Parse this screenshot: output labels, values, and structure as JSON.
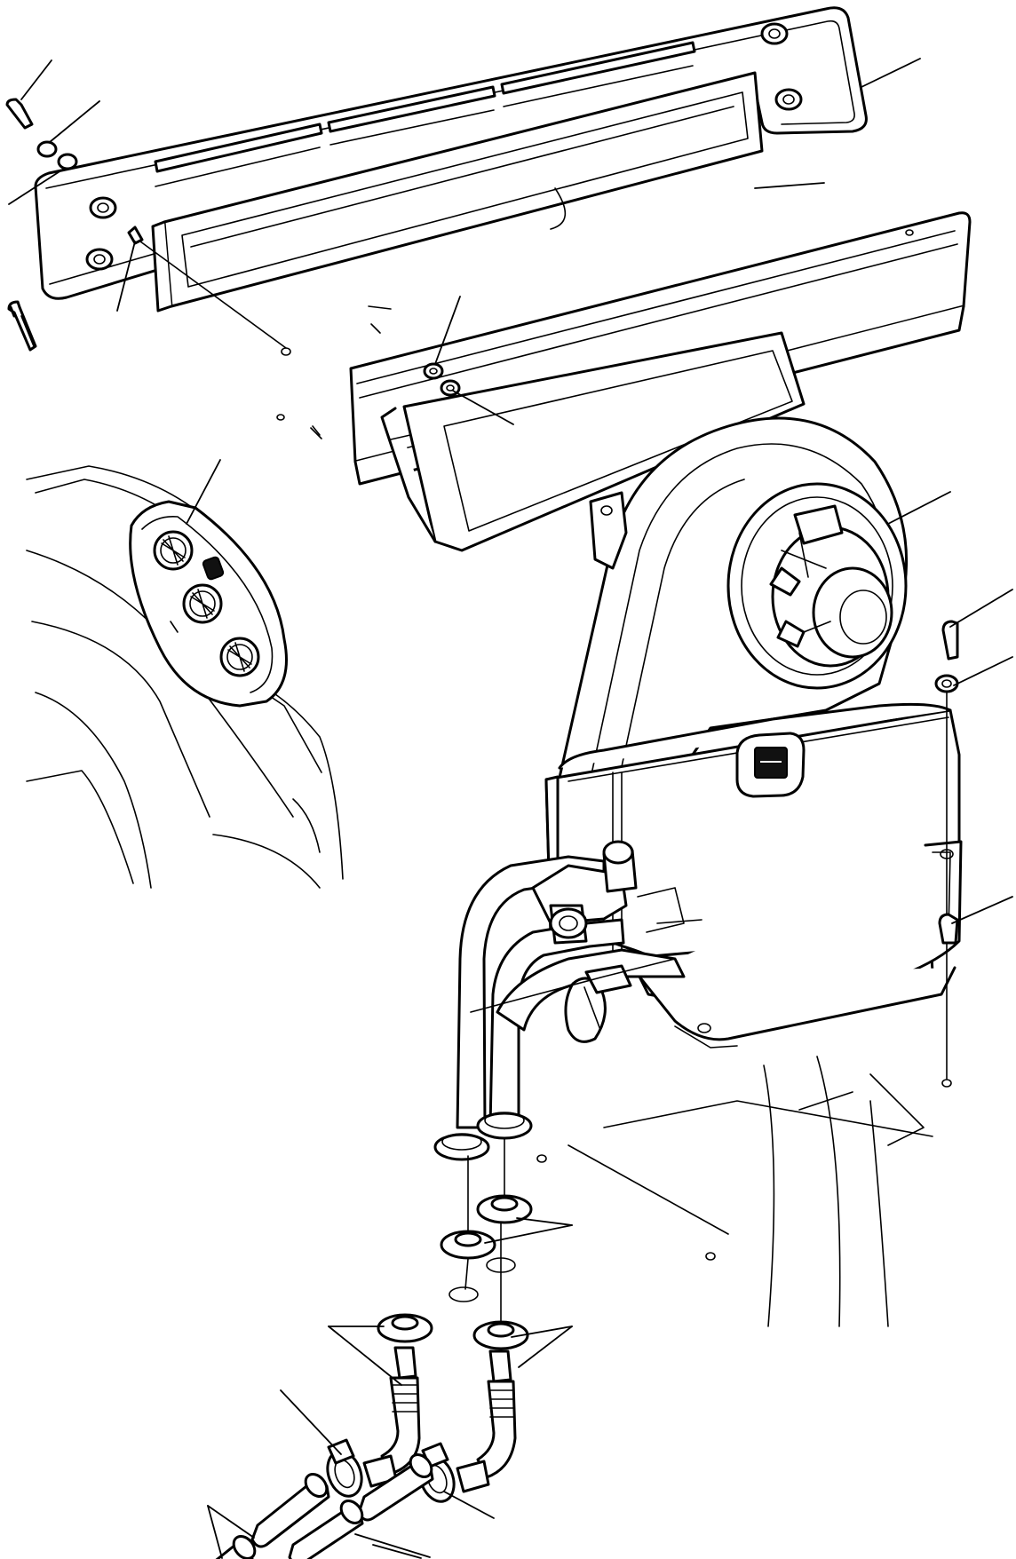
{
  "figure": {
    "kind": "exploded parts diagram",
    "callout_labels": [],
    "colors": {
      "ink": "#000000",
      "paper": "#ffffff"
    }
  },
  "components": [
    {
      "id": "outlet-grille-panel",
      "icon": "vent-grille"
    },
    {
      "id": "air-filter",
      "icon": "filter-element"
    },
    {
      "id": "air-duct",
      "icon": "duct"
    },
    {
      "id": "blower-housing",
      "icon": "blower-fan"
    },
    {
      "id": "heater-unit",
      "icon": "heater-box"
    },
    {
      "id": "control-panel-inset",
      "icon": "control-knobs"
    },
    {
      "id": "coolant-hoses",
      "icon": "hose"
    },
    {
      "id": "grommets",
      "icon": "grommet"
    },
    {
      "id": "elbow-fittings",
      "icon": "elbow-fitting"
    },
    {
      "id": "hose-clamps",
      "icon": "hose-clamp"
    },
    {
      "id": "hose-pieces",
      "icon": "hose-segment"
    },
    {
      "id": "screws-washers",
      "icon": "screw"
    }
  ]
}
